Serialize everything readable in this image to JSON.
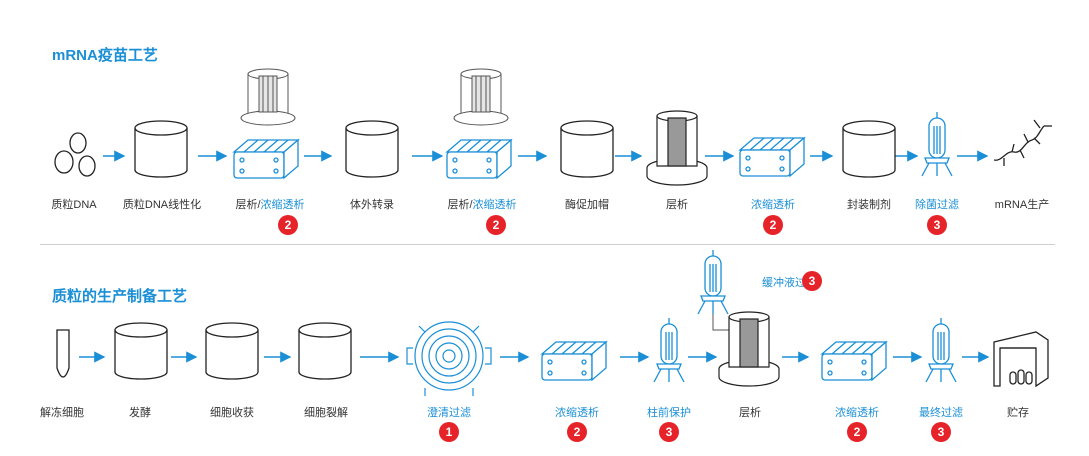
{
  "mrna": {
    "title": "mRNA疫苗工艺",
    "steps": [
      {
        "label": "质粒DNA"
      },
      {
        "label": "质粒DNA线性化"
      },
      {
        "label_a": "层析/",
        "label_b": "浓缩透析",
        "badge": "2"
      },
      {
        "label": "体外转录"
      },
      {
        "label_a": "层析/",
        "label_b": "浓缩透析",
        "badge": "2"
      },
      {
        "label": "酶促加帽"
      },
      {
        "label": "层析"
      },
      {
        "label": "浓缩透析",
        "badge": "2"
      },
      {
        "label": "封装制剂"
      },
      {
        "label": "除菌过滤",
        "badge": "3"
      },
      {
        "label": "mRNA生产"
      }
    ]
  },
  "plasmid": {
    "title": "质粒的生产制备工艺",
    "steps": [
      {
        "label": "解冻细胞"
      },
      {
        "label": "发酵"
      },
      {
        "label": "细胞收获"
      },
      {
        "label": "细胞裂解"
      },
      {
        "label": "澄清过滤",
        "badge": "1"
      },
      {
        "label": "浓缩透析",
        "badge": "2"
      },
      {
        "label": "柱前保护",
        "badge": "3"
      },
      {
        "label": "层析"
      },
      {
        "label": "浓缩透析",
        "badge": "2"
      },
      {
        "label": "最终过滤",
        "badge": "3"
      },
      {
        "label": "贮存"
      }
    ],
    "buffer": {
      "label": "缓冲液过滤",
      "badge": "3"
    }
  },
  "colors": {
    "accent": "#1a8fd6",
    "badge": "#e62329",
    "line": "#222222"
  }
}
